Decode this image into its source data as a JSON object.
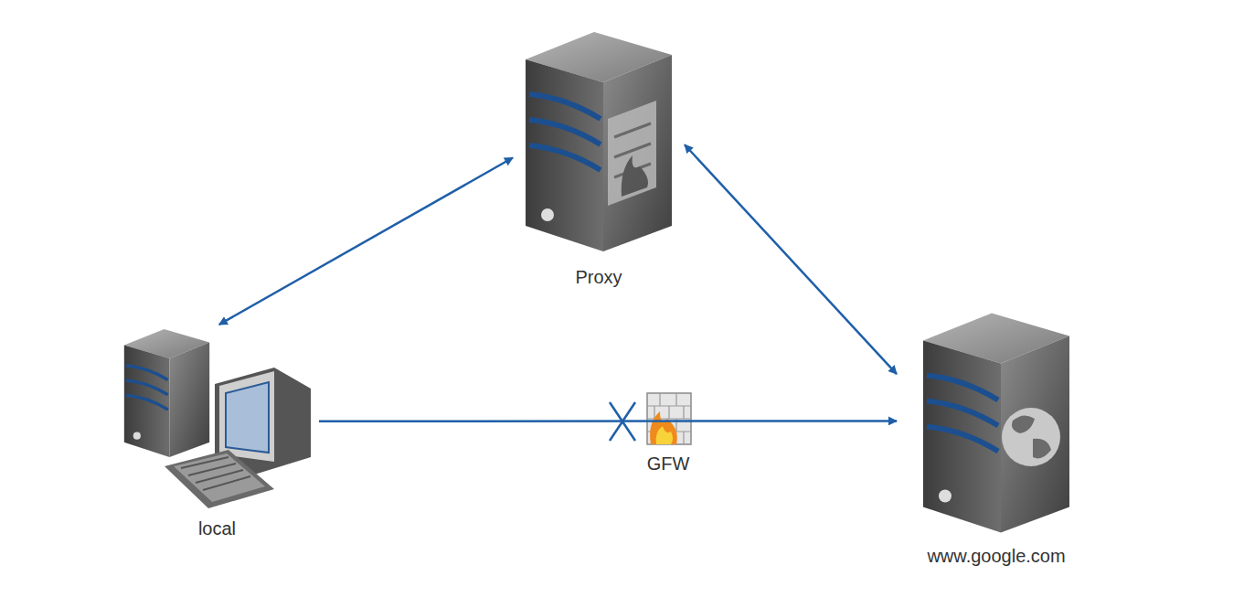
{
  "diagram": {
    "nodes": [
      {
        "text": [
          "Proxy"
        ]
      },
      {
        "text": [
          "local"
        ]
      },
      {
        "text": [
          "www.google.com"
        ]
      }
    ],
    "edges": [
      {
        "from": 1,
        "to": 0,
        "arrow": "both"
      },
      {
        "from": 0,
        "to": 2,
        "arrow": "both"
      },
      {
        "from": 1,
        "to": 2,
        "arrow": "to",
        "label": "GFW"
      }
    ]
  }
}
